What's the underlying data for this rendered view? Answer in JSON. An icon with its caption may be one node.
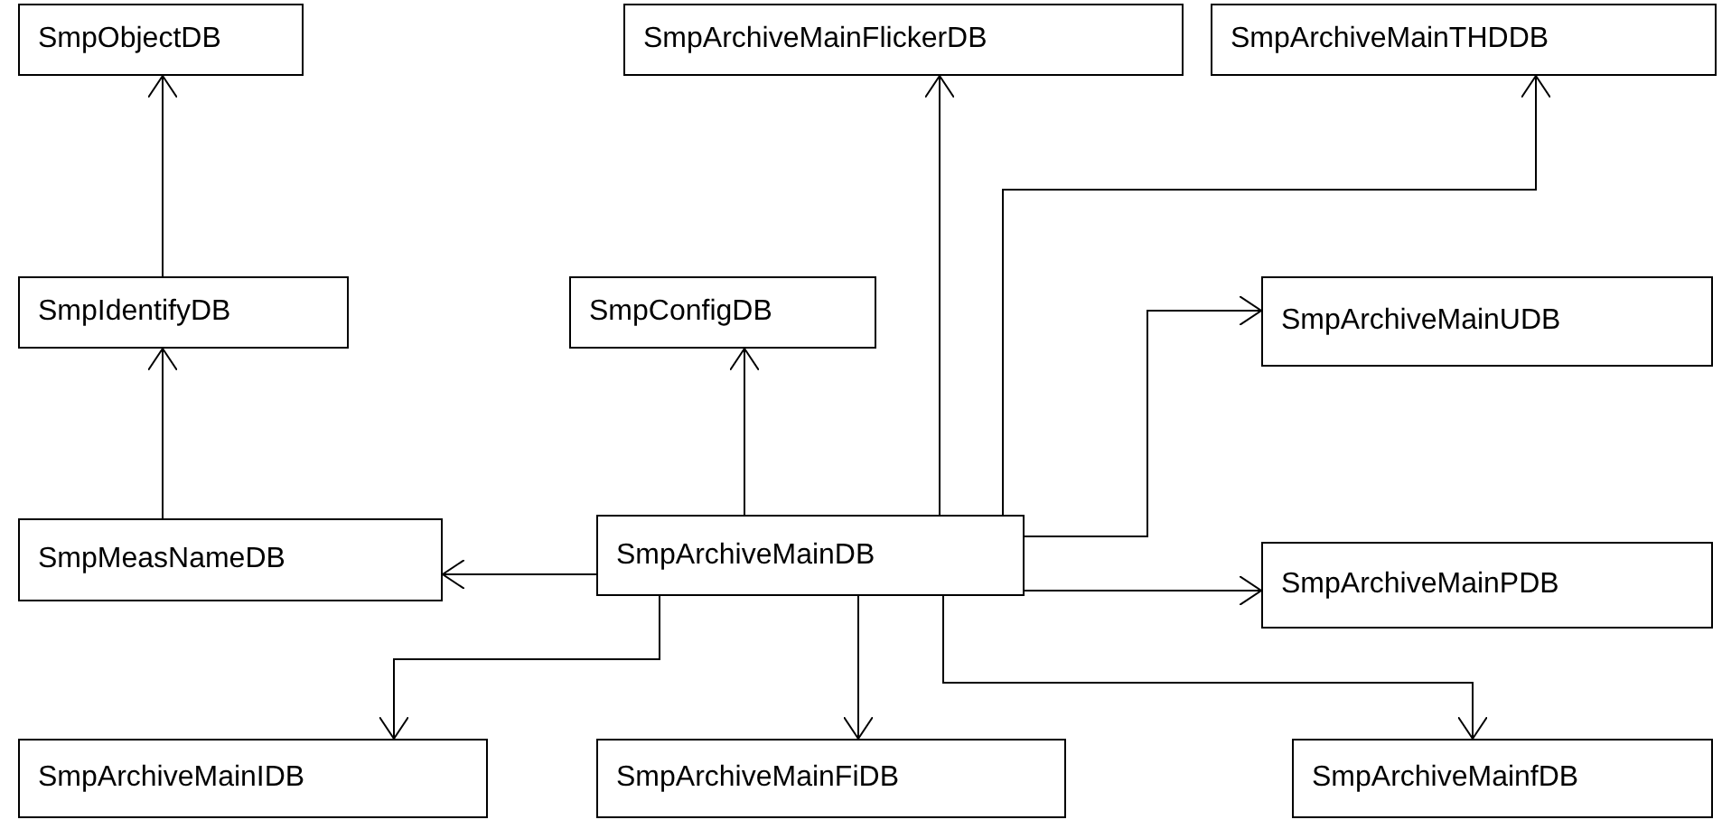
{
  "diagram": {
    "nodes": [
      {
        "text": [
          "SmpObjectDB"
        ]
      },
      {
        "text": [
          "SmpArchiveMainFlickerDB"
        ]
      },
      {
        "text": [
          "SmpArchiveMainTHDDB"
        ]
      },
      {
        "text": [
          "SmpIdentifyDB"
        ]
      },
      {
        "text": [
          "SmpConfigDB"
        ]
      },
      {
        "text": [
          "SmpArchiveMainUDB"
        ]
      },
      {
        "text": [
          "SmpMeasNameDB"
        ]
      },
      {
        "text": [
          "SmpArchiveMainDB"
        ]
      },
      {
        "text": [
          "SmpArchiveMainPDB"
        ]
      },
      {
        "text": [
          "SmpArchiveMainIDB"
        ]
      },
      {
        "text": [
          "SmpArchiveMainFiDB"
        ]
      },
      {
        "text": [
          "SmpArchiveMainfDB"
        ]
      }
    ],
    "edges": [
      {
        "from": 3,
        "to": 0,
        "arrow": "to"
      },
      {
        "from": 6,
        "to": 3,
        "arrow": "to"
      },
      {
        "from": 7,
        "to": 4,
        "arrow": "to"
      },
      {
        "from": 7,
        "to": 6,
        "arrow": "to"
      },
      {
        "from": 7,
        "to": 1,
        "arrow": "to"
      },
      {
        "from": 7,
        "to": 2,
        "arrow": "to"
      },
      {
        "from": 7,
        "to": 5,
        "arrow": "to"
      },
      {
        "from": 7,
        "to": 8,
        "arrow": "to"
      },
      {
        "from": 7,
        "to": 9,
        "arrow": "to"
      },
      {
        "from": 7,
        "to": 10,
        "arrow": "to"
      },
      {
        "from": 7,
        "to": 11,
        "arrow": "to"
      }
    ]
  }
}
